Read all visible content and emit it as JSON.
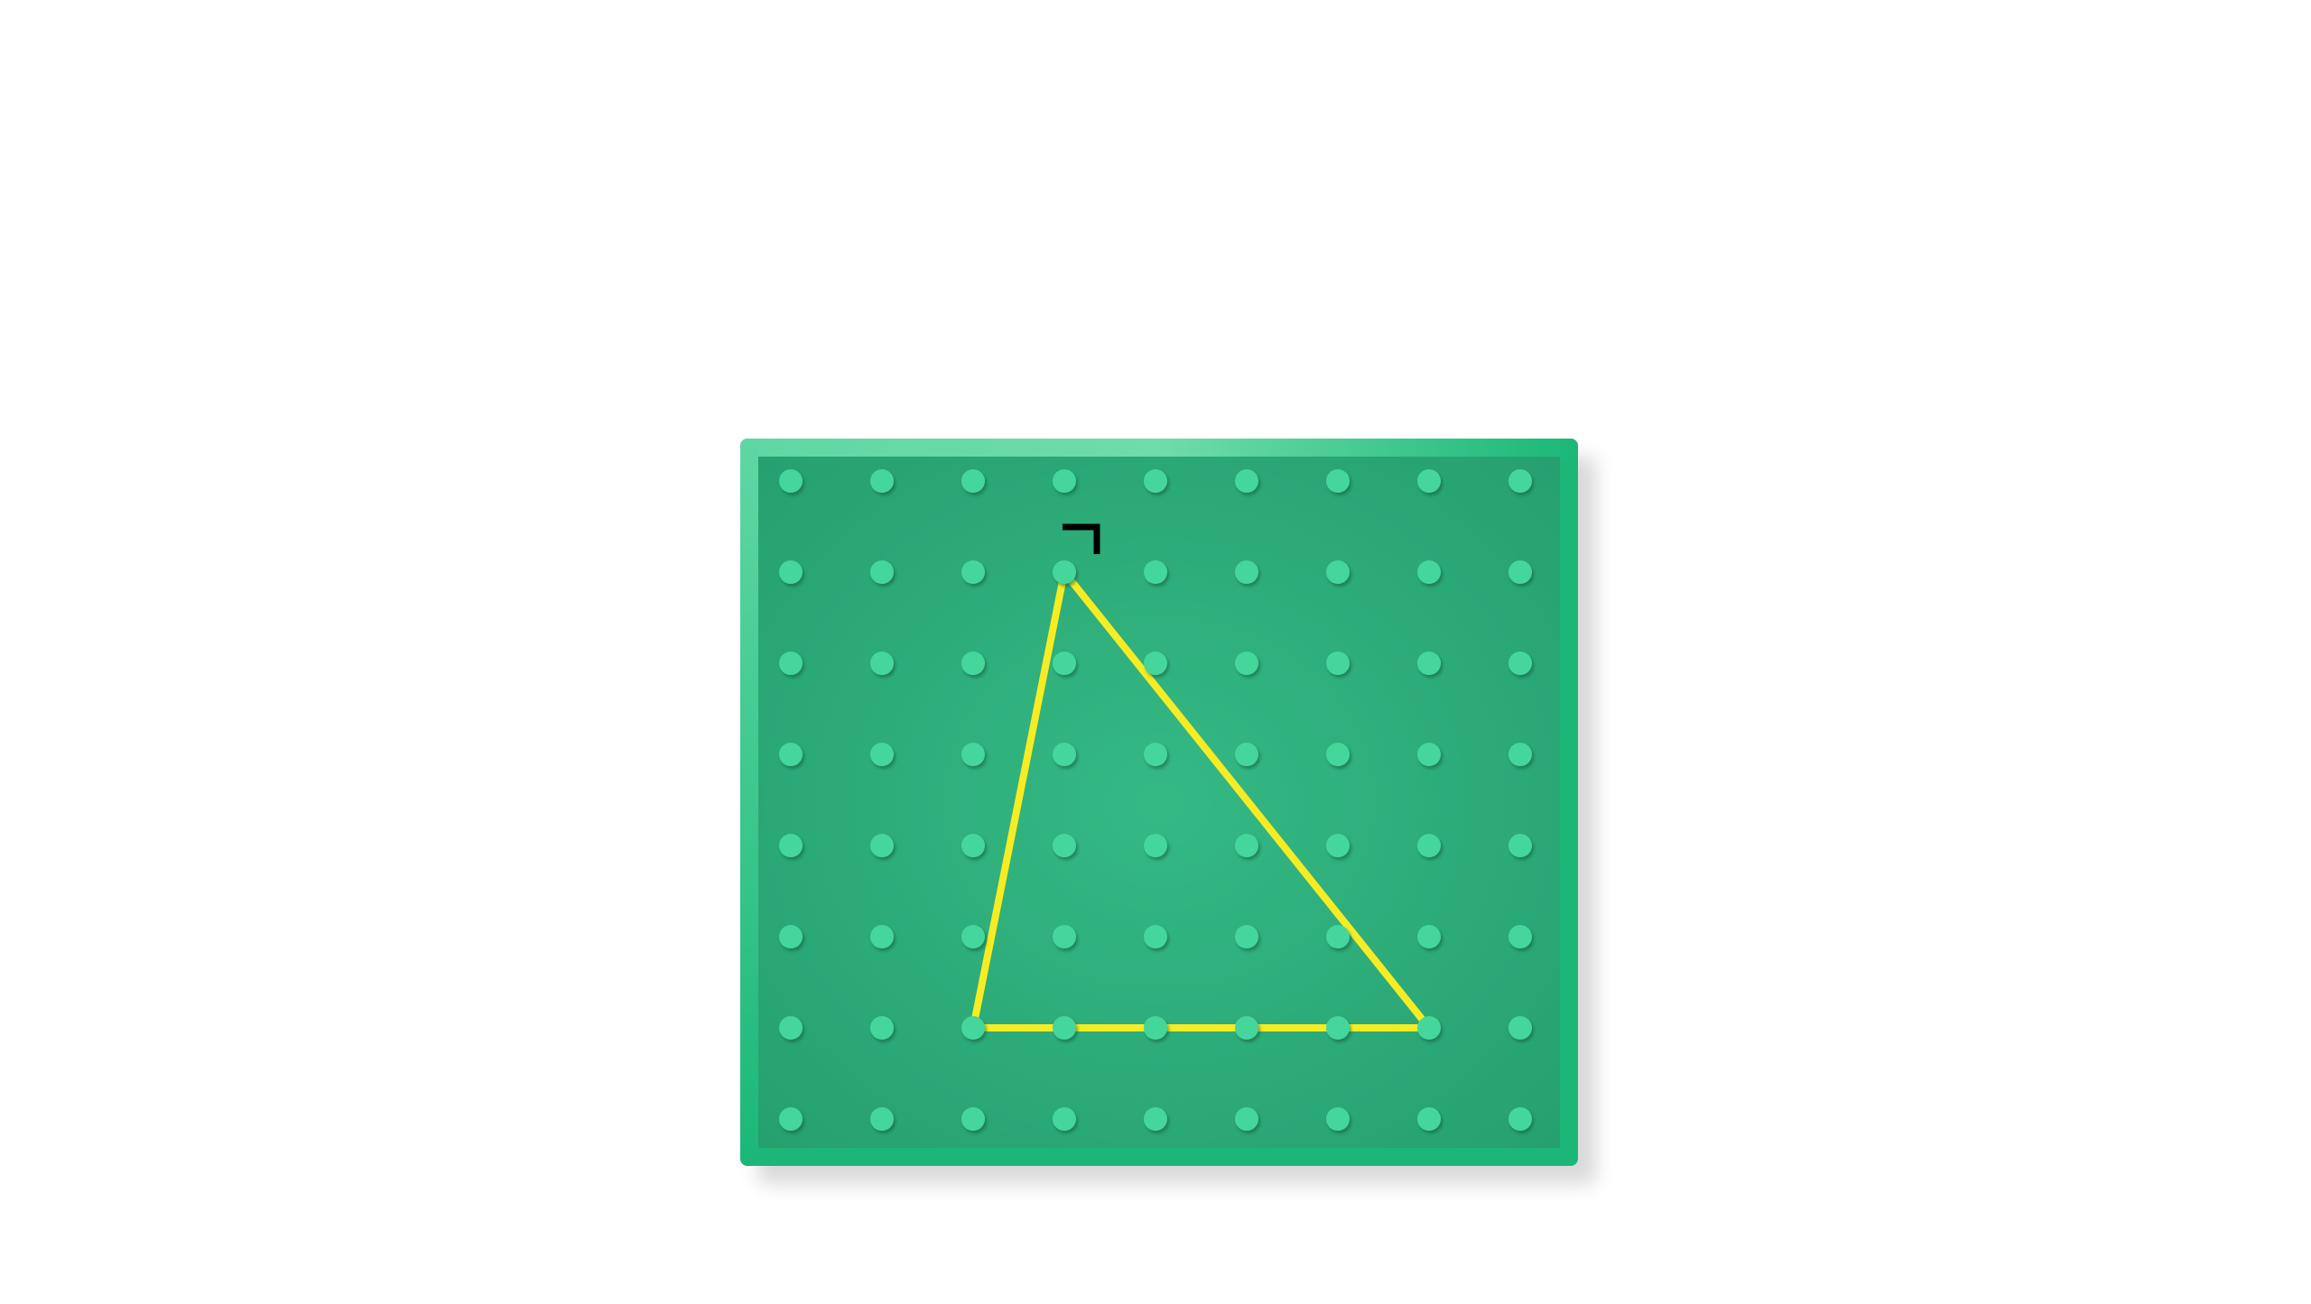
{
  "geoboard": {
    "columns": 9,
    "rows": 8,
    "colors": {
      "board_outer": "#1bb778",
      "board_inner": "#2fb07e",
      "board_highlight": "#6fdcab",
      "peg": "#45d69b",
      "band": "#f7ec23",
      "marker": "#000000"
    },
    "band": {
      "color_name": "yellow",
      "vertices": [
        {
          "col": 3,
          "row": 1
        },
        {
          "col": 7,
          "row": 6
        },
        {
          "col": 2,
          "row": 6
        }
      ]
    },
    "right_angle_marker": {
      "col": 3,
      "row": 1,
      "icon": "corner-marker-icon"
    }
  }
}
